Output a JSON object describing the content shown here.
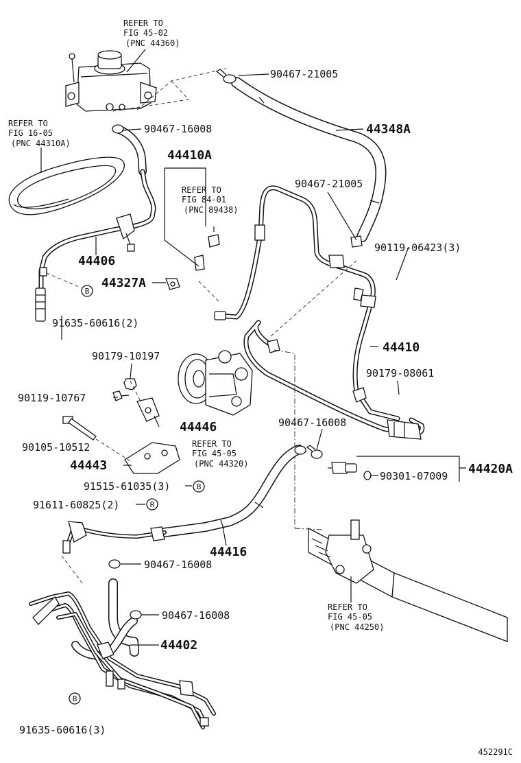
{
  "diagram_id": "452291C",
  "references": [
    {
      "id": "ref-reservoir",
      "lines": [
        "REFER TO",
        "FIG 45-02",
        "(PNC 44360)"
      ]
    },
    {
      "id": "ref-belt",
      "lines": [
        "REFER TO",
        "FIG 16-05",
        "(PNC 44310A)"
      ]
    },
    {
      "id": "ref-sensor",
      "lines": [
        "REFER TO",
        "FIG 84-01",
        "(PNC 89438)"
      ]
    },
    {
      "id": "ref-pump",
      "lines": [
        "REFER TO",
        "FIG 45-05",
        "(PNC 44320)"
      ]
    },
    {
      "id": "ref-gear",
      "lines": [
        "REFER TO",
        "FIG 45-05",
        "(PNC 44250)"
      ]
    }
  ],
  "part_labels": {
    "clip_21005_top": "90467-21005",
    "hose_44348A": "44348A",
    "clip_16008_a": "90467-16008",
    "tube_44410A": "44410A",
    "clip_21005_mid": "90467-21005",
    "bolt_06423": "90119-06423(3)",
    "tube_44406": "44406",
    "clamp_44327A": "44327A",
    "bolt_60616_2": "91635-60616(2)",
    "tube_44410": "44410",
    "nut_10197": "90179-10197",
    "nut_08061": "90179-08061",
    "bolt_10767": "90119-10767",
    "bracket_44446": "44446",
    "clip_16008_b": "90467-16008",
    "bolt_10512": "90105-10512",
    "bracket_44443": "44443",
    "union_44420A": "44420A",
    "oring_07009": "90301-07009",
    "bolt_61035": "91515-61035(3)",
    "bolt_60825": "91611-60825(2)",
    "hose_44416": "44416",
    "clip_16008_c": "90467-16008",
    "clip_16008_d": "90467-16008",
    "hose_44402": "44402",
    "bolt_60616_3": "91635-60616(3)"
  },
  "markers": {
    "b": "B",
    "r": "R"
  }
}
